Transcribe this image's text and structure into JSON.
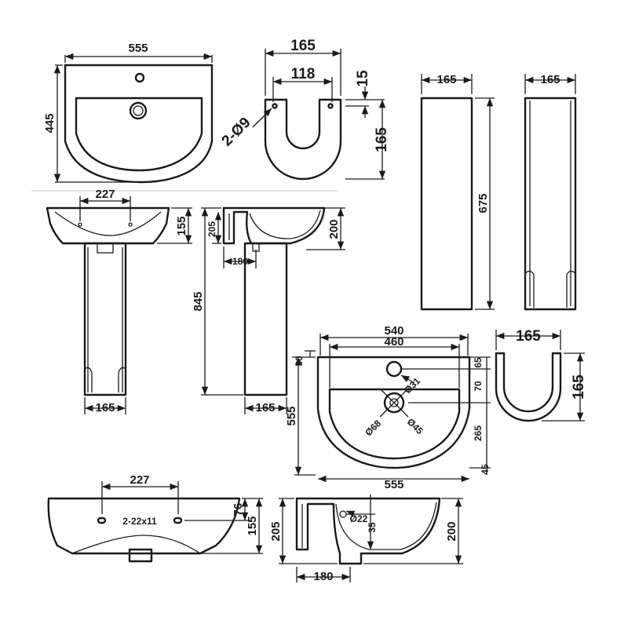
{
  "views": {
    "top_basin": {
      "width": "555",
      "depth": "445"
    },
    "shroud_top": {
      "width": "165",
      "inner": "118",
      "offset": "15",
      "depth": "165",
      "holes": "2-Ø9"
    },
    "pedestal_front": {
      "width": "165"
    },
    "pedestal_side": {
      "width": "165",
      "height": "675"
    },
    "front_set": {
      "holes": "227",
      "basin_height": "155",
      "pedestal_width": "165"
    },
    "side_set": {
      "top": "205",
      "basin_height": "200",
      "projection": "180",
      "total_height": "845",
      "pedestal_width": "165"
    },
    "basin_plan": {
      "outer": "540",
      "inner": "460",
      "rim": "30",
      "tap_dia": "Ø31",
      "waste_dia": "Ø45",
      "bowl_dia": "Ø68",
      "tap_offset": "65",
      "tap_pos": "70",
      "waste_pos": "265",
      "front": "45",
      "width": "555"
    },
    "shroud_plan": {
      "width": "165",
      "depth": "165"
    },
    "basin_front": {
      "holes": "227",
      "fixings": "2-22x11",
      "fix_height": "76",
      "height": "155"
    },
    "basin_section": {
      "height_left": "205",
      "overflow": "Ø22",
      "overflow_pos": "35",
      "height_right": "200",
      "projection": "180"
    }
  }
}
